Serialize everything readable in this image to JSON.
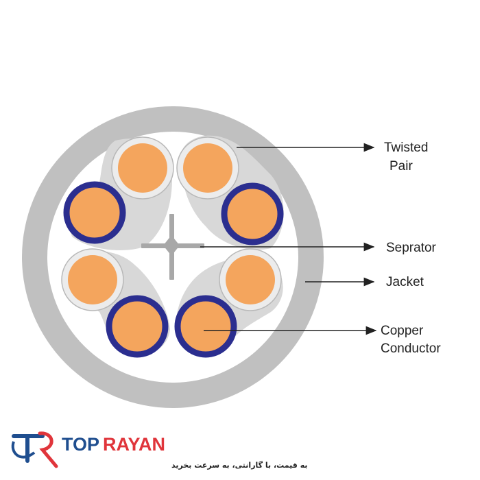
{
  "labels": {
    "twisted_pair_line1": "Twisted",
    "twisted_pair_line2": "Pair",
    "separator": "Seprator",
    "jacket": "Jacket",
    "copper_line1": "Copper",
    "copper_line2": "Conductor"
  },
  "brand": {
    "name_part1": "TOP",
    "name_part2": "RAYAN",
    "tagline": "به قیمت، با گارانتی، به سرعت بخرید"
  },
  "colors": {
    "jacket": "#c0c0c0",
    "inner_fill": "#ffffff",
    "pair_shadow": "#d8d8d8",
    "copper": "#f4a55d",
    "insulation_white": "#ececec",
    "insulation_blue": "#2b2e8f",
    "separator": "#a8a8a8",
    "brand_blue": "#1f4e8f",
    "brand_red": "#e0353b"
  }
}
